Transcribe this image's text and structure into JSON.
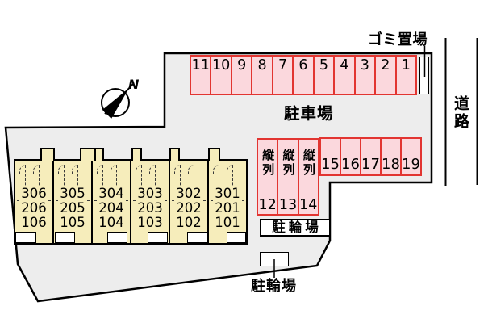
{
  "colors": {
    "site-fill": "#ededed",
    "space-fill": "#fbd8dd",
    "space-border": "#e23531",
    "building-fill": "#f6edbb",
    "line": "#000000"
  },
  "labels": {
    "garbage": "ゴミ置場",
    "road": "道路",
    "parking_lot": "駐車場",
    "bicycle_upper": "駐輪場",
    "bicycle_lower": "駐輪場",
    "compass_north": "N"
  },
  "parking": {
    "top_row": [
      "11",
      "10",
      "9",
      "8",
      "7",
      "6",
      "5",
      "4",
      "3",
      "2",
      "1"
    ],
    "tandem": [
      {
        "label": "縦列",
        "number": "12"
      },
      {
        "label": "縦列",
        "number": "13"
      },
      {
        "label": "縦列",
        "number": "14"
      }
    ],
    "right_row": [
      "15",
      "16",
      "17",
      "18",
      "19"
    ]
  },
  "building": {
    "units": [
      {
        "rooms": [
          "306",
          "206",
          "106"
        ]
      },
      {
        "rooms": [
          "305",
          "205",
          "105"
        ]
      },
      {
        "rooms": [
          "304",
          "204",
          "104"
        ]
      },
      {
        "rooms": [
          "303",
          "203",
          "103"
        ]
      },
      {
        "rooms": [
          "302",
          "202",
          "102"
        ]
      },
      {
        "rooms": [
          "301",
          "201",
          "101"
        ]
      }
    ]
  }
}
